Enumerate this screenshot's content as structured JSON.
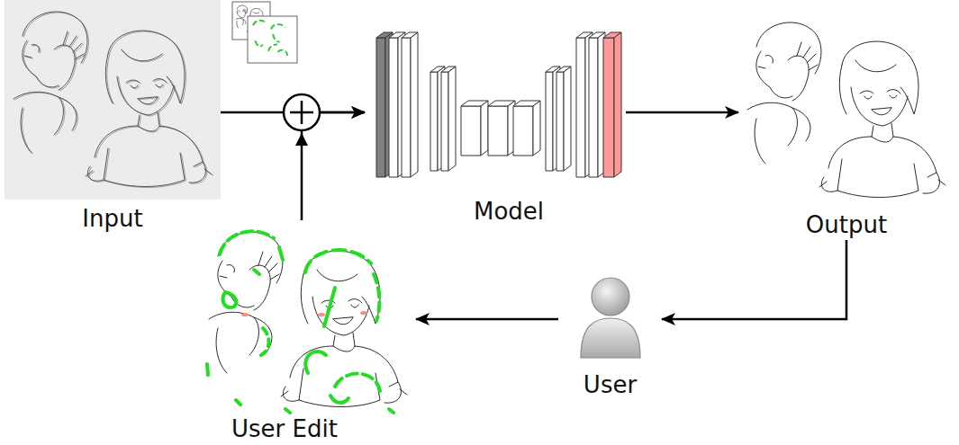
{
  "diagram": {
    "nodes": [
      {
        "text": [
          "Input"
        ]
      },
      {
        "text": [
          "Model"
        ]
      },
      {
        "text": [
          "Output"
        ]
      },
      {
        "text": [
          "User"
        ]
      },
      {
        "text": [
          "User Edit"
        ]
      }
    ],
    "edges": [
      {
        "from": 0,
        "to": 1,
        "arrow": "to"
      },
      {
        "from": 4,
        "to": 1,
        "arrow": "to"
      },
      {
        "from": 1,
        "to": 2,
        "arrow": "to"
      },
      {
        "from": 2,
        "to": 3,
        "arrow": "to"
      },
      {
        "from": 3,
        "to": 4,
        "arrow": "to"
      }
    ]
  }
}
